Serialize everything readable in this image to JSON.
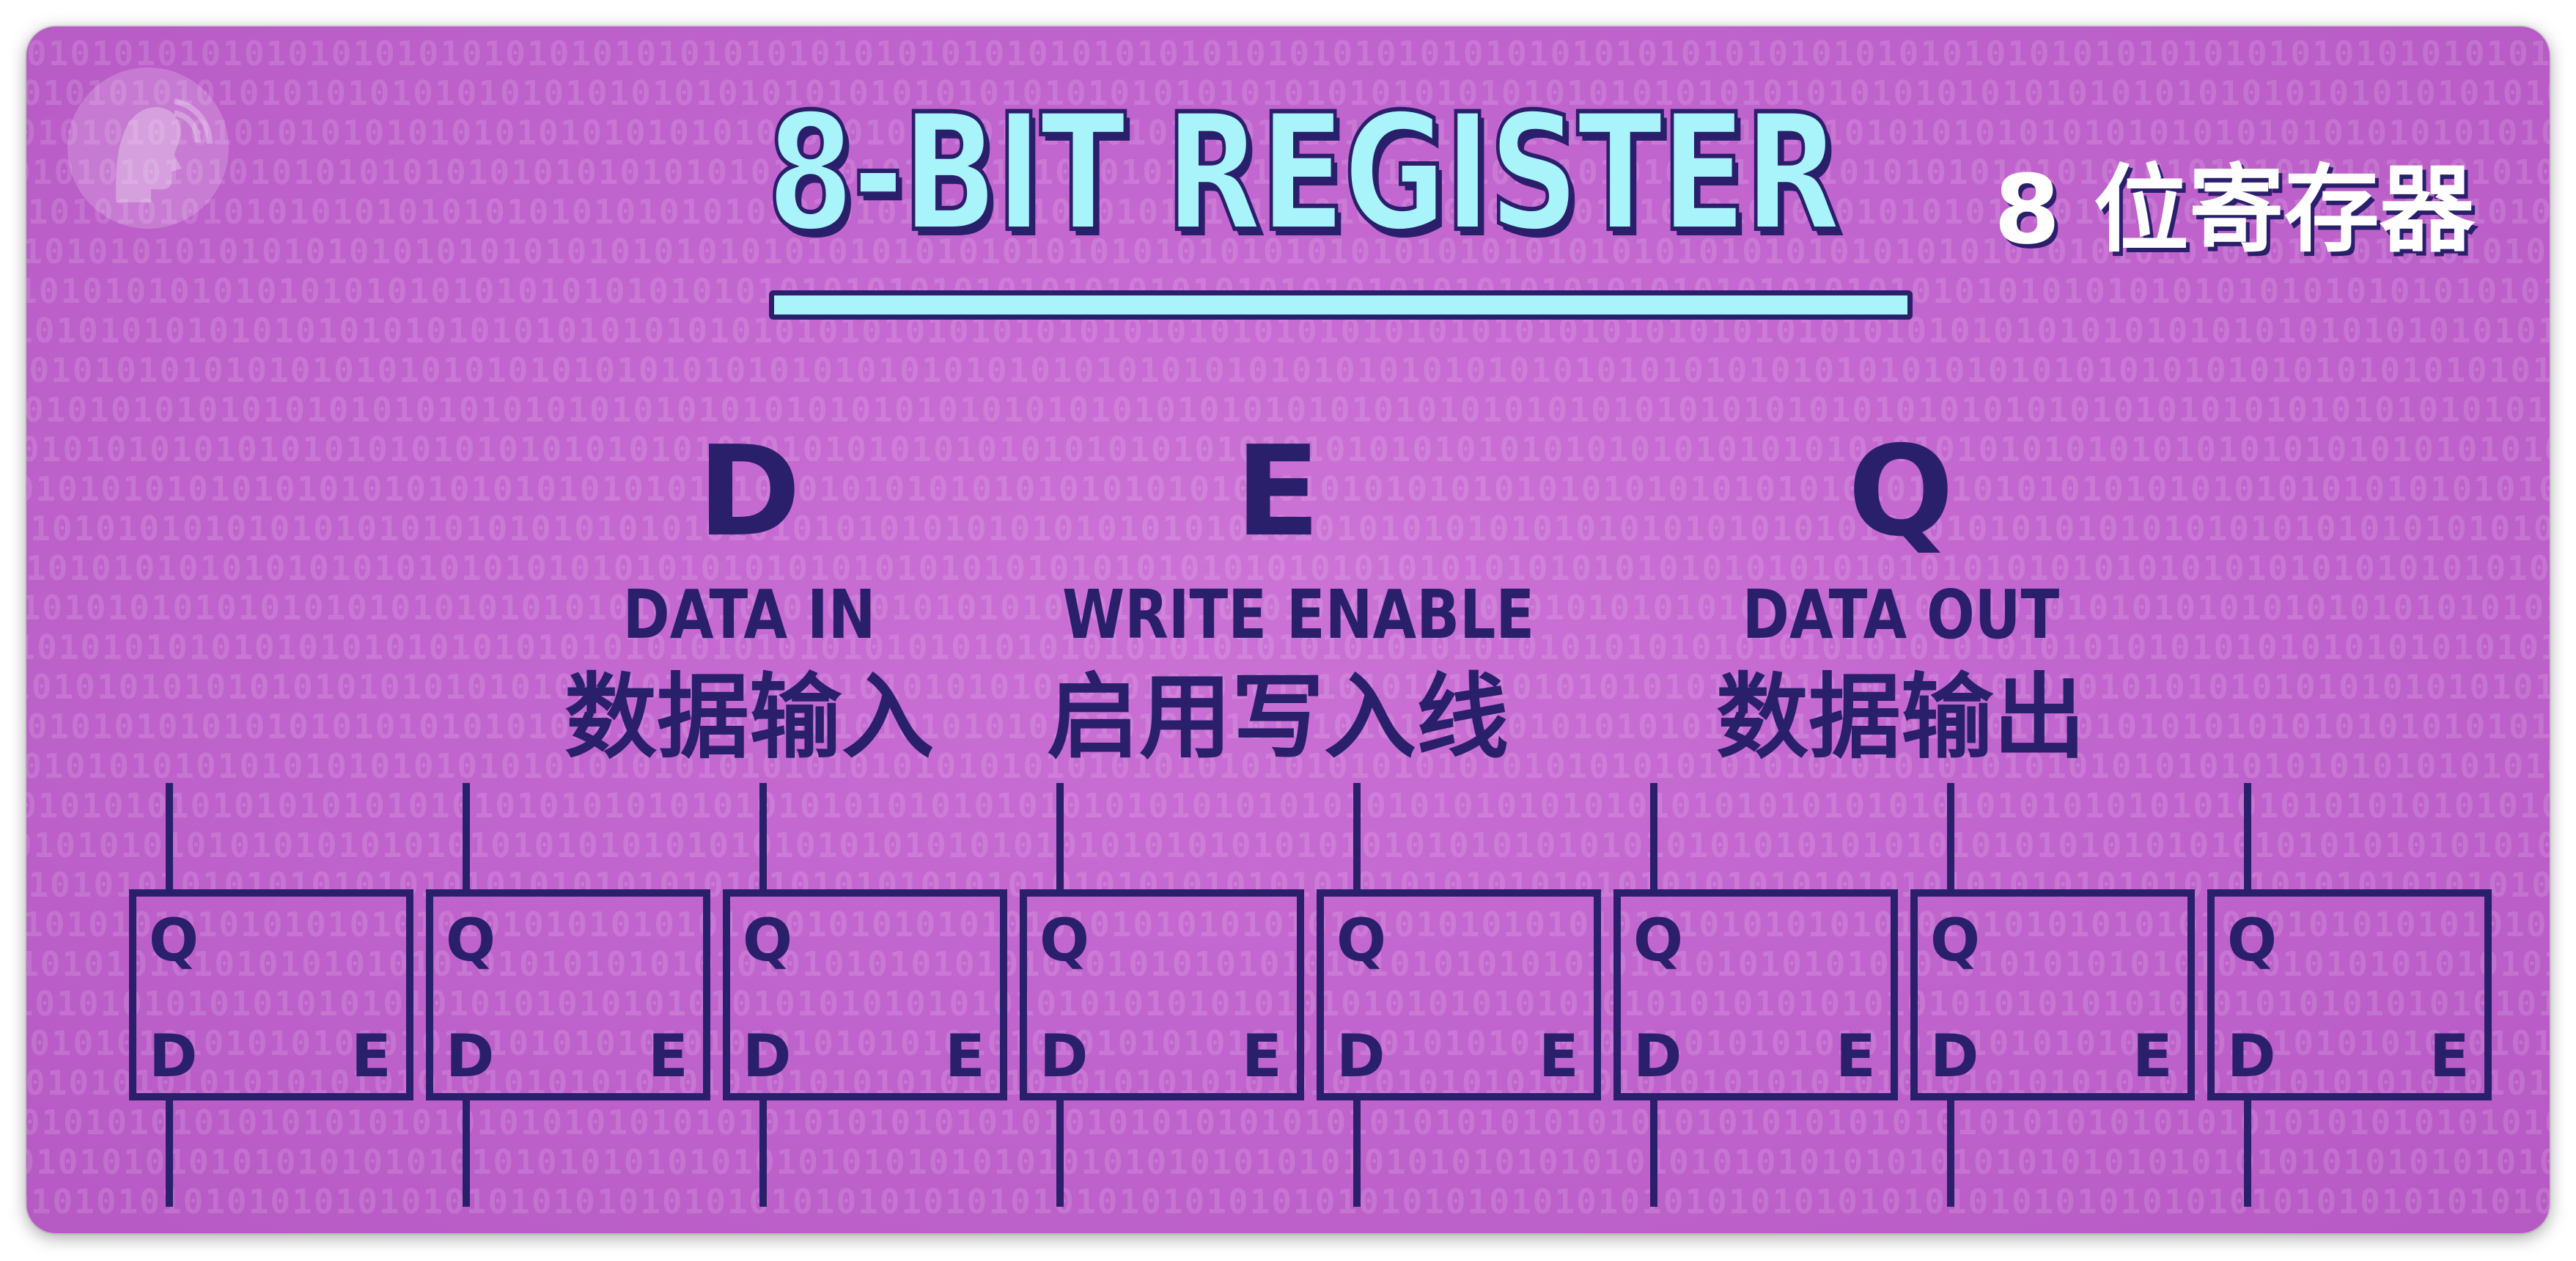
{
  "title": "8-BIT REGISTER",
  "subtitle": "8 位寄存器",
  "labels": [
    {
      "letter": "D",
      "english": "DATA IN",
      "chinese": "数据输入"
    },
    {
      "letter": "E",
      "english": "WRITE ENABLE",
      "chinese": "启用写入线"
    },
    {
      "letter": "Q",
      "english": "DATA OUT",
      "chinese": "数据输出"
    }
  ],
  "latches": {
    "count": 8,
    "pin_top_left": "Q",
    "pin_bottom_left": "D",
    "pin_bottom_right": "E"
  },
  "logo": {
    "icon": "pbs-logo-icon"
  },
  "colors": {
    "background": "#c266cf",
    "ink": "#2a1f6b",
    "title_fill": "#a9f3fb",
    "subtitle_fill": "#ffffff"
  }
}
